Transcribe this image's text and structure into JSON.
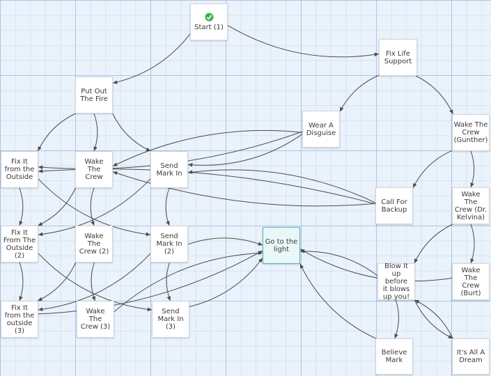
{
  "nodes": [
    {
      "id": "start",
      "label": "Start (1)",
      "icon": "start-icon",
      "accent": "#3cb44b"
    },
    {
      "id": "fix-life-support",
      "label": "Fix Life\nSupport"
    },
    {
      "id": "put-out-fire",
      "label": "Put Out\nThe Fire"
    },
    {
      "id": "wear-disguise",
      "label": "Wear A\nDisguise"
    },
    {
      "id": "wake-gunther",
      "label": "Wake The\nCrew\n(Gunther)"
    },
    {
      "id": "fix-outside-1",
      "label": "Fix It\nfrom the\nOutside"
    },
    {
      "id": "wake-crew-1",
      "label": "Wake The\nCrew"
    },
    {
      "id": "send-mark-1",
      "label": "Send\nMark In"
    },
    {
      "id": "call-backup",
      "label": "Call For\nBackup"
    },
    {
      "id": "wake-kelvina",
      "label": "Wake The\nCrew (Dr.\nKelvina)"
    },
    {
      "id": "fix-outside-2",
      "label": "Fix It\nFrom The\nOutside\n(2)"
    },
    {
      "id": "wake-crew-2",
      "label": "Wake The\nCrew (2)"
    },
    {
      "id": "send-mark-2",
      "label": "Send\nMark In\n(2)"
    },
    {
      "id": "go-to-light",
      "label": "Go to the\nlight",
      "selected": true
    },
    {
      "id": "blow-it-up",
      "label": "Blow It\nup before\nit blows\nup you!"
    },
    {
      "id": "wake-burt",
      "label": "Wake The\nCrew\n(Burt)"
    },
    {
      "id": "fix-outside-3",
      "label": "Fix It\nfrom the\noutside\n(3)"
    },
    {
      "id": "wake-crew-3",
      "label": "Wake The\nCrew (3)"
    },
    {
      "id": "send-mark-3",
      "label": "Send\nMark In\n(3)"
    },
    {
      "id": "believe-mark",
      "label": "Believe\nMark"
    },
    {
      "id": "its-all-dream",
      "label": "It's All A\nDream"
    }
  ],
  "edges": [
    [
      "start",
      "fix-life-support"
    ],
    [
      "start",
      "put-out-fire"
    ],
    [
      "fix-life-support",
      "wear-disguise"
    ],
    [
      "fix-life-support",
      "wake-gunther"
    ],
    [
      "put-out-fire",
      "fix-outside-1"
    ],
    [
      "put-out-fire",
      "wake-crew-1"
    ],
    [
      "put-out-fire",
      "send-mark-1"
    ],
    [
      "wear-disguise",
      "fix-outside-1"
    ],
    [
      "wear-disguise",
      "wake-crew-1"
    ],
    [
      "wear-disguise",
      "send-mark-1"
    ],
    [
      "wake-gunther",
      "call-backup"
    ],
    [
      "wake-gunther",
      "wake-kelvina"
    ],
    [
      "call-backup",
      "fix-outside-1"
    ],
    [
      "call-backup",
      "wake-crew-1"
    ],
    [
      "call-backup",
      "send-mark-1"
    ],
    [
      "wake-kelvina",
      "wake-burt"
    ],
    [
      "wake-kelvina",
      "blow-it-up"
    ],
    [
      "fix-outside-1",
      "fix-outside-2"
    ],
    [
      "fix-outside-1",
      "send-mark-2"
    ],
    [
      "wake-crew-1",
      "fix-outside-2"
    ],
    [
      "wake-crew-1",
      "wake-crew-2"
    ],
    [
      "send-mark-1",
      "fix-outside-2"
    ],
    [
      "send-mark-1",
      "send-mark-2"
    ],
    [
      "fix-outside-2",
      "fix-outside-3"
    ],
    [
      "fix-outside-2",
      "send-mark-3"
    ],
    [
      "wake-crew-2",
      "fix-outside-3"
    ],
    [
      "wake-crew-2",
      "wake-crew-3"
    ],
    [
      "send-mark-2",
      "fix-outside-3"
    ],
    [
      "send-mark-2",
      "send-mark-3"
    ],
    [
      "send-mark-2",
      "go-to-light"
    ],
    [
      "fix-outside-3",
      "go-to-light"
    ],
    [
      "wake-crew-3",
      "go-to-light"
    ],
    [
      "send-mark-3",
      "go-to-light"
    ],
    [
      "wake-burt",
      "go-to-light"
    ],
    [
      "blow-it-up",
      "go-to-light"
    ],
    [
      "blow-it-up",
      "believe-mark"
    ],
    [
      "blow-it-up",
      "its-all-dream"
    ],
    [
      "believe-mark",
      "go-to-light"
    ],
    [
      "its-all-dream",
      "blow-it-up"
    ]
  ],
  "colors": {
    "edge": "#4a4a4a",
    "selected_border": "#5fb0b8"
  }
}
